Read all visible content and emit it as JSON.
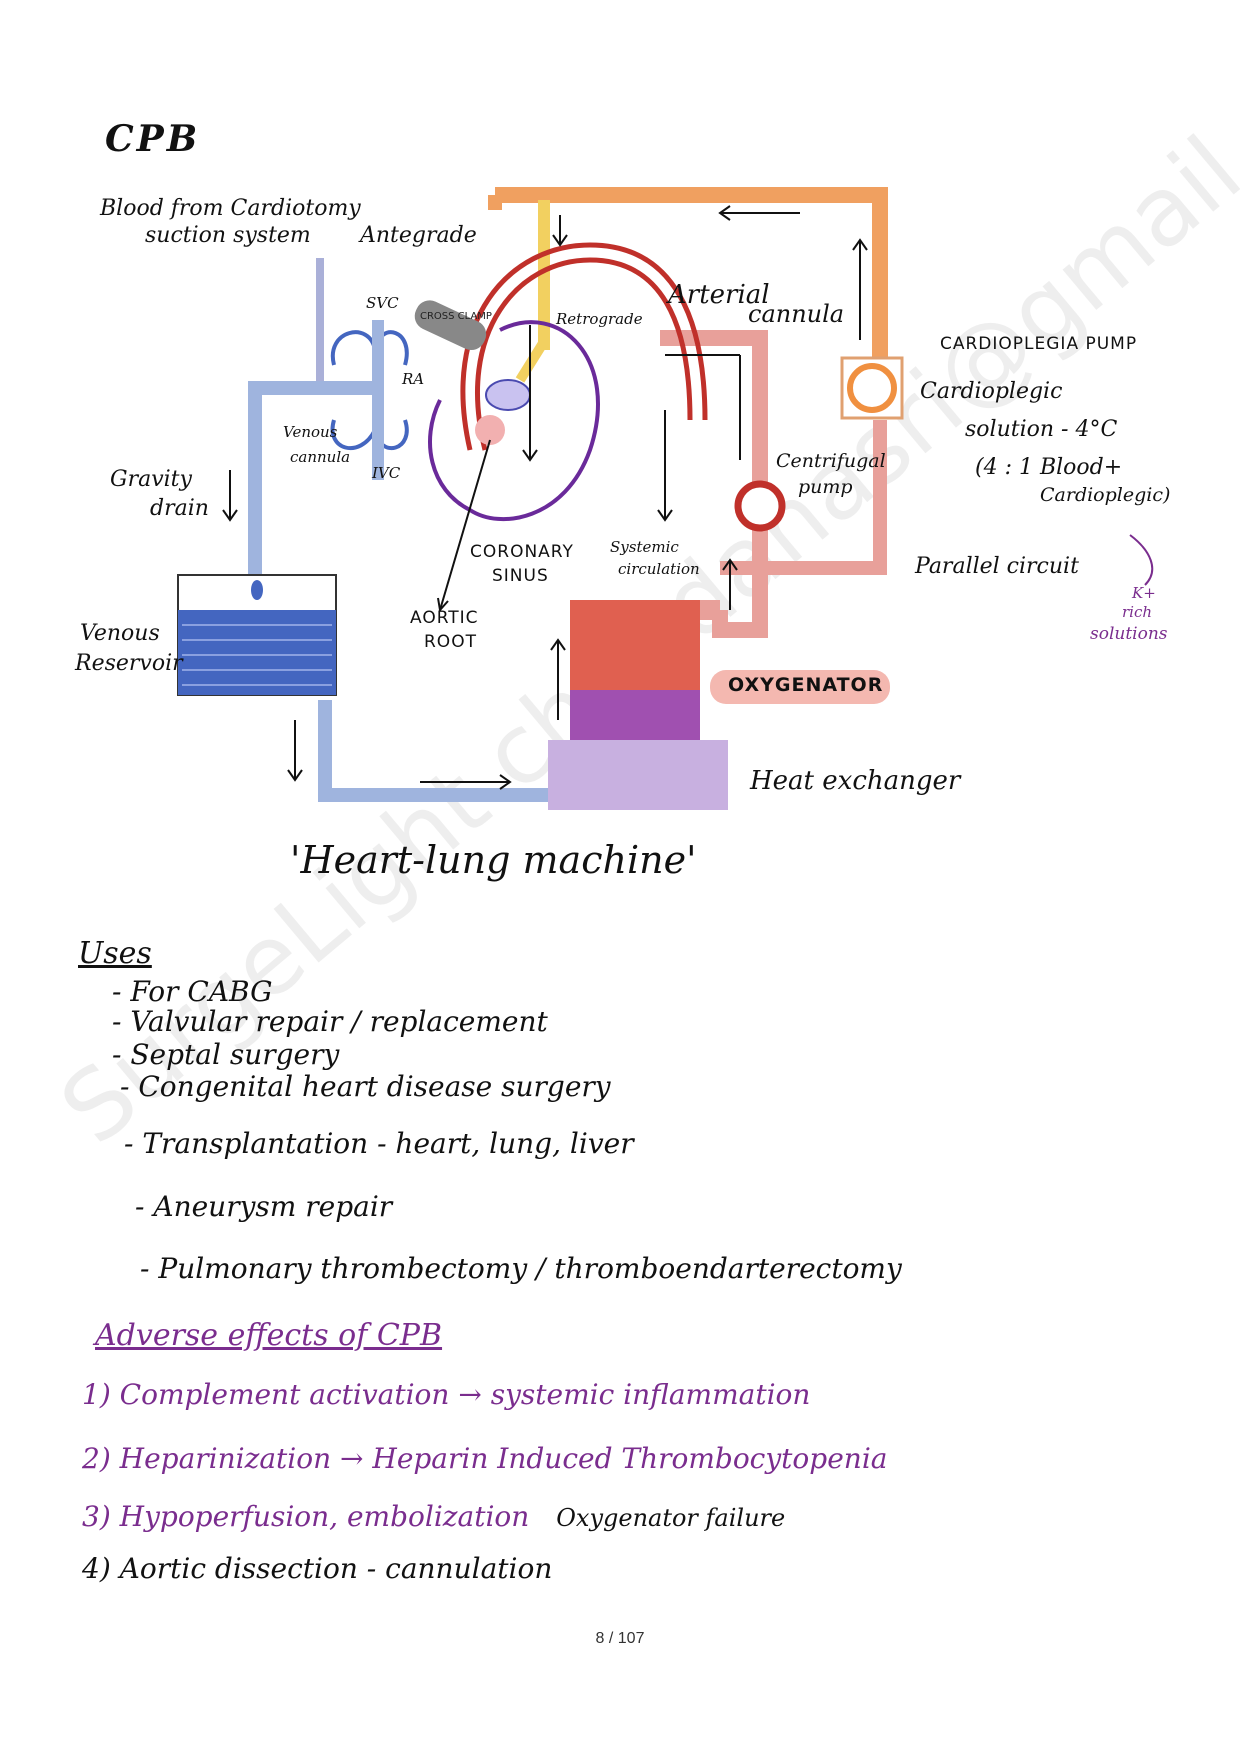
{
  "page": {
    "title": "CPB",
    "page_number": "8 / 107",
    "watermark": "SurgeLight chandanasri@gmail.com"
  },
  "diagram": {
    "labels": {
      "blood_from_cardiotomy": "Blood from Cardiotomy",
      "suction_system": "suction system",
      "antegrade": "Antegrade",
      "svc": "SVC",
      "cross_clamp": "CROSS CLAMP",
      "retrograde": "Retrograde",
      "arterial": "Arterial",
      "cannula": "cannula",
      "ra": "RA",
      "venous": "Venous",
      "venous_cannula": "cannula",
      "ivc": "IVC",
      "gravity": "Gravity",
      "drain": "drain",
      "coronary": "CORONARY",
      "sinus": "SINUS",
      "systemic": "Systemic",
      "circulation": "circulation",
      "centrifugal": "Centrifugal",
      "pump": "pump",
      "cardioplegia_pump": "CARDIOPLEGIA PUMP",
      "cardioplegic": "Cardioplegic",
      "solution_temp": "solution - 4°C",
      "ratio": "(4 : 1 Blood+",
      "ratio2": "Cardioplegic)",
      "k_rich_1": "K+",
      "k_rich_2": "rich",
      "k_rich_3": "solutions",
      "parallel_circuit": "Parallel circuit",
      "venous_reservoir_1": "Venous",
      "venous_reservoir_2": "Reservoir",
      "aortic": "AORTIC",
      "root": "ROOT",
      "oxygenator": "OXYGENATOR",
      "heat_exchanger": "Heat exchanger"
    },
    "caption": "'Heart-lung machine'",
    "colors": {
      "venous": "#9fb4de",
      "arterial": "#e8a09a",
      "cardioplegia": "#f0a060",
      "aorta": "#c0302a",
      "heart": "#6a2a9a",
      "reservoir": "#4466c0",
      "oxygenator_top": "#e06050",
      "oxygenator_bottom": "#a050b0",
      "heat_exchanger": "#c8b0e0"
    }
  },
  "uses": {
    "heading": "Uses",
    "items": [
      "- For CABG",
      "- Valvular repair / replacement",
      "- Septal surgery",
      "- Congenital heart disease surgery",
      "- Transplantation - heart, lung, liver",
      "- Aneurysm repair",
      "- Pulmonary thrombectomy / thromboendarterectomy"
    ]
  },
  "adverse": {
    "heading": "Adverse effects of CPB",
    "items": [
      {
        "num": "1)",
        "text": "Complement activation → systemic inflammation"
      },
      {
        "num": "2)",
        "text": "Heparinization → Heparin Induced Thrombocytopenia"
      },
      {
        "num": "3)",
        "text": "Hypoperfusion, embolization",
        "extra": "Oxygenator failure"
      },
      {
        "num": "4)",
        "text": "Aortic dissection - cannulation"
      }
    ]
  }
}
